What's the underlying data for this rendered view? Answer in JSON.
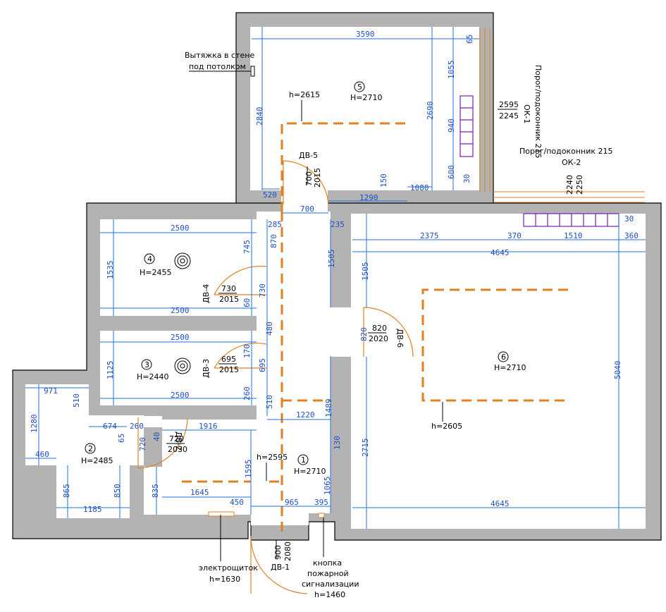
{
  "rooms": [
    {
      "num": "1",
      "h": "H=2710"
    },
    {
      "num": "2",
      "h": "H=2485"
    },
    {
      "num": "3",
      "h": "H=2440"
    },
    {
      "num": "4",
      "h": "H=2455"
    },
    {
      "num": "5",
      "h": "H=2710"
    },
    {
      "num": "6",
      "h": "H=2710"
    }
  ],
  "doors": [
    {
      "id": "ДВ-1",
      "w": "900",
      "h": "2080"
    },
    {
      "id": "ДВ-2",
      "w": "720",
      "h": "2030"
    },
    {
      "id": "ДВ-3",
      "w": "695",
      "h": "2015"
    },
    {
      "id": "ДВ-4",
      "w": "730",
      "h": "2015"
    },
    {
      "id": "ДВ-5",
      "w": "700",
      "h": "2015"
    },
    {
      "id": "ДВ-6",
      "w": "820",
      "h": "2020"
    }
  ],
  "windows": [
    {
      "id": "ОК-1",
      "w": "2595",
      "h": "2245",
      "note": "Порог/подоконник 215"
    },
    {
      "id": "ОК-2",
      "w": "2240",
      "h": "2250",
      "note": "Порог/подоконник 215"
    }
  ],
  "ceiling_heights": {
    "r5": "h=2615",
    "r6": "h=2605",
    "r1": "h=2595"
  },
  "notes": {
    "vent_1": "Вытяжка в стене",
    "vent_2": "под потолком",
    "panel_1": "электрощиток",
    "panel_2": "h=1630",
    "fire_1": "кнопка",
    "fire_2": "пожарной",
    "fire_3": "сигнализации",
    "fire_4": "h=1460"
  },
  "dims": {
    "d3590": "3590",
    "d65": "65",
    "d1055": "1055",
    "d2840": "2840",
    "d2690": "2690",
    "d940": "940",
    "d600": "600",
    "d30a": "30",
    "d520": "520",
    "d1290": "1290",
    "d150": "150",
    "d1080": "1080",
    "d700": "700",
    "d285": "285",
    "d235": "235",
    "d2500a": "2500",
    "d745": "745",
    "d870": "870",
    "d1535": "1535",
    "d730": "730",
    "d60": "60",
    "d2500b": "2500",
    "d1505a": "1505",
    "d1505b": "1505",
    "d2375": "2375",
    "d370": "370",
    "d1510": "1510",
    "d360": "360",
    "d30b": "30",
    "d4645a": "4645",
    "d480": "480",
    "d2500c": "2500",
    "d1125": "1125",
    "d170": "170",
    "d695": "695",
    "d2500d": "2500",
    "d820": "820",
    "d5040": "5040",
    "d260a": "260",
    "d510a": "510",
    "d971": "971",
    "d510b": "510",
    "d1280": "1280",
    "d674": "674",
    "d260b": "260",
    "d1916": "1916",
    "d1220": "1220",
    "d1489": "1489",
    "d65b": "65",
    "d40": "40",
    "d720": "720",
    "d460": "460",
    "d130": "130",
    "d2715": "2715",
    "d1595": "1595",
    "d1065": "1065",
    "d865": "865",
    "d850": "850",
    "d835": "835",
    "d1645": "1645",
    "d450": "450",
    "d965": "965",
    "d395": "395",
    "d1185": "1185",
    "d4645b": "4645"
  }
}
